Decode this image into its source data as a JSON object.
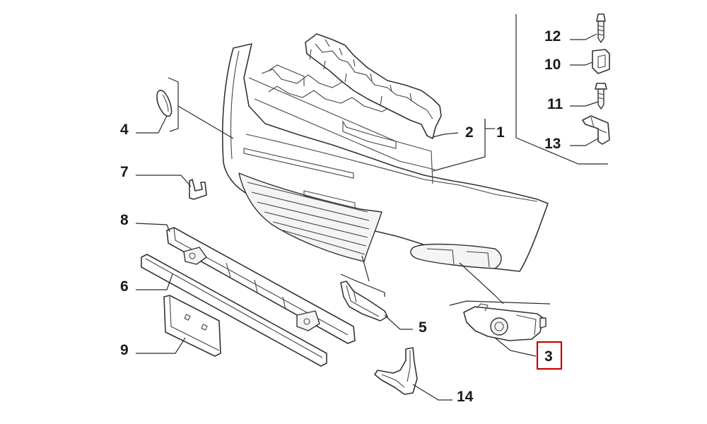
{
  "callouts": [
    {
      "id": "1",
      "text": "1"
    },
    {
      "id": "2",
      "text": "2"
    },
    {
      "id": "3",
      "text": "3",
      "highlighted": true
    },
    {
      "id": "4",
      "text": "4"
    },
    {
      "id": "5",
      "text": "5"
    },
    {
      "id": "6",
      "text": "6"
    },
    {
      "id": "7",
      "text": "7"
    },
    {
      "id": "8",
      "text": "8"
    },
    {
      "id": "9",
      "text": "9"
    },
    {
      "id": "10",
      "text": "10"
    },
    {
      "id": "11",
      "text": "11"
    },
    {
      "id": "12",
      "text": "12"
    },
    {
      "id": "13",
      "text": "13"
    },
    {
      "id": "14",
      "text": "14"
    }
  ],
  "colors": {
    "highlight_box": "#cc0000",
    "line": "#333333",
    "background": "#ffffff"
  }
}
